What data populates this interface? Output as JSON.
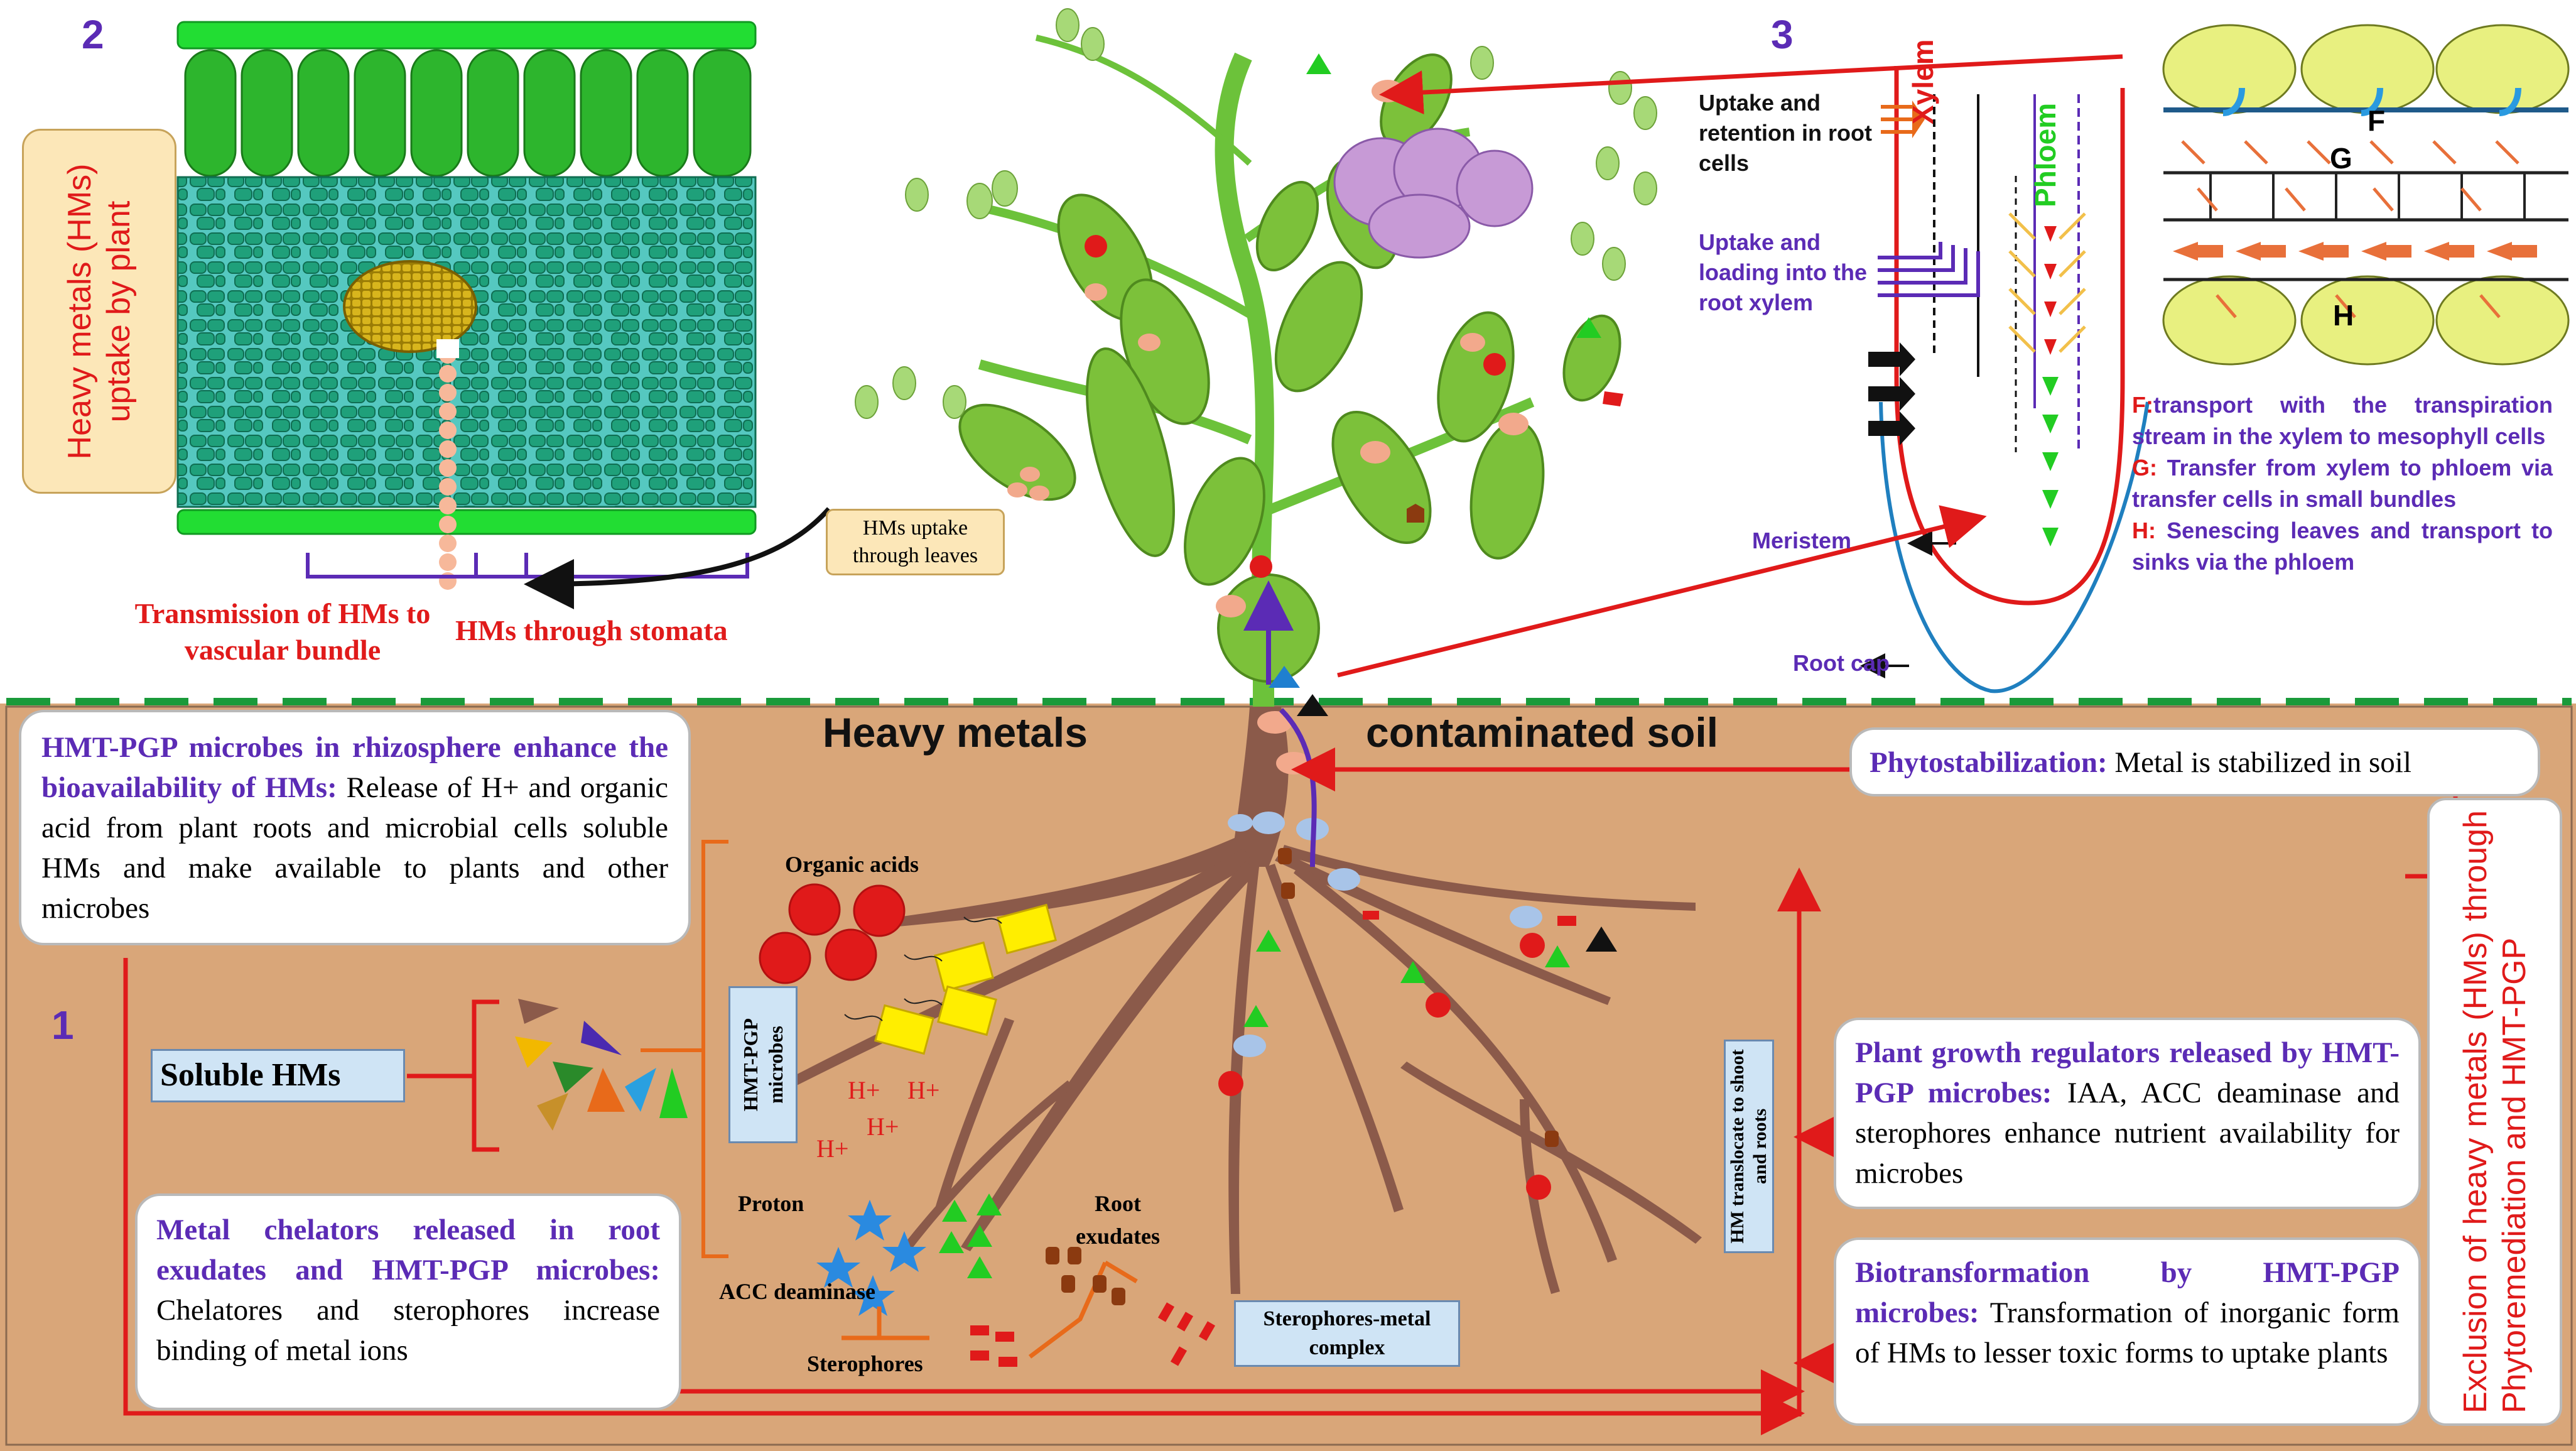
{
  "colors": {
    "soil": "#d9a679",
    "root": "#8b5a4a",
    "leaf": "#7cc13a",
    "arrow_red": "#e01a1a",
    "purple": "#5b2bb5",
    "heading_purple": "#5b2bb5"
  },
  "panel_numbers": {
    "p1": "1",
    "p2": "2",
    "p3": "3"
  },
  "panel2": {
    "side_label": "Heavy metals (HMs) uptake by plant",
    "transmission": "Transmission of HMs to vascular bundle",
    "stomata": "HMs through stomata",
    "leaves_label": "HMs uptake through leaves"
  },
  "panel3": {
    "xylem": "Xylem",
    "phloem": "Phloem",
    "uptake_retention": "Uptake and retention in root cells",
    "uptake_loading": "Uptake and loading into the root xylem",
    "meristem": "Meristem",
    "root_cap": "Root cap",
    "letter_f": "F",
    "letter_g": "G",
    "letter_h": "H",
    "f_label": "F:",
    "f_text": "transport with the transpiration stream in the xylem to mesophyll cells",
    "g_label": "G:",
    "g_text": " Transfer from xylem to phloem via transfer cells in small bundles",
    "h_label": "H:",
    "h_text": " Senescing leaves and transport to sinks via the phloem"
  },
  "soil": {
    "heavy_metals": "Heavy metals",
    "contaminated": "contaminated soil",
    "organic_acids": "Organic acids",
    "hmt_microbes": "HMT-PGP microbes",
    "proton": "Proton",
    "h_plus": "H+",
    "acc_deaminase": "ACC deaminase",
    "root_exudates": "Root exudates",
    "sterophores": "Sterophores",
    "sterophores_complex": "Sterophores-metal complex",
    "hm_translocate": "HM translocate to shoot and roots",
    "soluble_hms": "Soluble HMs"
  },
  "boxes": {
    "rhizo_title": "HMT-PGP microbes in rhizosphere enhance the bioavailability of HMs:",
    "rhizo_text": " Release of H+ and organic acid from plant roots and microbial cells soluble HMs and make available to plants and other microbes",
    "chelator_title": "Metal chelators released in root exudates and HMT-PGP microbes:",
    "chelator_text": " Chelatores and sterophores increase binding of metal ions",
    "phyto_title": "Phytostabilization:",
    "phyto_text": " Metal is stabilized in soil",
    "pgr_title": "Plant growth regulators released by HMT-PGP microbes:",
    "pgr_text": " IAA, ACC deaminase and sterophores enhance nutrient availability for microbes",
    "bio_title": "Biotransformation by HMT-PGP microbes:",
    "bio_text": " Transformation of inorganic form of HMs to lesser toxic forms to uptake plants",
    "exclusion": "Exclusion of heavy metals (HMs) through Phytoremediation and HMT-PGP"
  }
}
